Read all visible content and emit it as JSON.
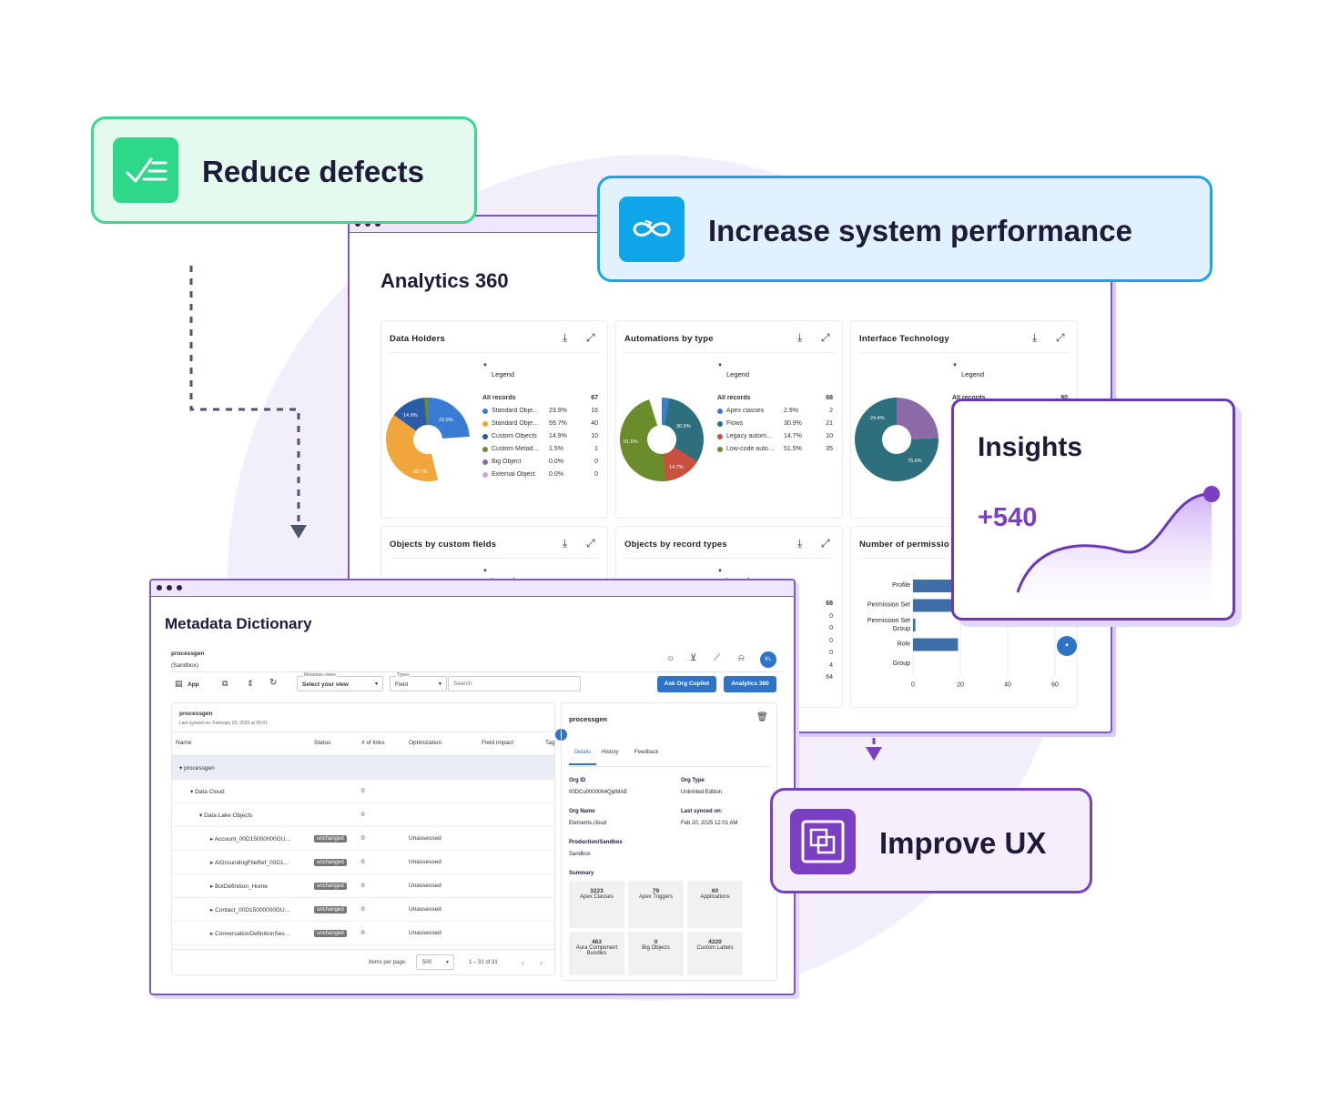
{
  "callouts": {
    "reduce": {
      "label": "Reduce defects",
      "icon": "checklist-icon",
      "color": "#2ed88a"
    },
    "perf": {
      "label": "Increase system performance",
      "icon": "infinity-loop-icon",
      "color": "#0ea5e9"
    },
    "ux": {
      "label": "Improve UX",
      "icon": "overlapping-squares-icon",
      "color": "#7b3fc4"
    }
  },
  "insights": {
    "title": "Insights",
    "value": "+540"
  },
  "analytics": {
    "title": "Analytics 360",
    "legend_label": "Legend",
    "cards": [
      {
        "title": "Data Holders",
        "total_label": "All records",
        "total": "67",
        "rows": [
          {
            "name": "Standard Obje…",
            "pct": "23.9%",
            "count": "16",
            "color": "#3a7bd5"
          },
          {
            "name": "Standard Obje…",
            "pct": "59.7%",
            "count": "40",
            "color": "#f0a63a"
          },
          {
            "name": "Custom Objects",
            "pct": "14.9%",
            "count": "10",
            "color": "#2a5ca8"
          },
          {
            "name": "Custom Metad…",
            "pct": "1.5%",
            "count": "1",
            "color": "#6a8c2a"
          },
          {
            "name": "Big Object",
            "pct": "0.0%",
            "count": "0",
            "color": "#8c6aa8"
          },
          {
            "name": "External Object",
            "pct": "0.0%",
            "count": "0",
            "color": "#c9a6e8"
          }
        ],
        "pie_labels": [
          "14.9%",
          "23.9%",
          "59.7%"
        ]
      },
      {
        "title": "Automations by type",
        "total_label": "All records",
        "total": "68",
        "rows": [
          {
            "name": "Apex classes",
            "pct": "2.9%",
            "count": "2",
            "color": "#3a7bd5"
          },
          {
            "name": "Flows",
            "pct": "30.9%",
            "count": "21",
            "color": "#2e6f7e"
          },
          {
            "name": "Legacy autom…",
            "pct": "14.7%",
            "count": "10",
            "color": "#c9503e"
          },
          {
            "name": "Low-code auto…",
            "pct": "51.5%",
            "count": "35",
            "color": "#6a8c2a"
          }
        ],
        "pie_labels": [
          "30.9%",
          "51.5%",
          "14.7%"
        ]
      },
      {
        "title": "Interface Technology",
        "total_label": "All records",
        "total": "90",
        "pie_labels": [
          "24.4%",
          "75.6%"
        ]
      },
      {
        "title": "Objects by custom fields"
      },
      {
        "title": "Objects by record types",
        "counts": [
          "68",
          "0",
          "0",
          "0",
          "0",
          "4",
          "64"
        ]
      },
      {
        "title": "Number of permissio",
        "bars": [
          {
            "label": "Profile",
            "value": 18
          },
          {
            "label": "Permission Set",
            "value": 18
          },
          {
            "label": "Permission Set Group",
            "value": 1
          },
          {
            "label": "Role",
            "value": 19
          },
          {
            "label": "Group",
            "value": 0
          }
        ],
        "ticks": [
          "0",
          "20",
          "40",
          "60"
        ]
      }
    ]
  },
  "meta": {
    "title": "Metadata Dictionary",
    "org": "processgen",
    "org_sub": "(Sandbox)",
    "avatar": "KL",
    "toolbar": {
      "app": "App",
      "views_caption": "Metadata views",
      "views_value": "Select your view",
      "types_caption": "Types",
      "types_value": "Field",
      "search_placeholder": "Search",
      "copilot": "Ask Org Copilot",
      "analytics": "Analytics 360"
    },
    "tree": {
      "title": "processgen",
      "synced": "Last synced on: February 20, 2025 at 00:01",
      "columns": [
        "Name",
        "Status",
        "# of links",
        "Optimization",
        "Field impact",
        "Tag"
      ],
      "rows": [
        {
          "name": "processgen",
          "status": "",
          "links": "",
          "opt": ""
        },
        {
          "name": "Data Cloud",
          "status": "",
          "links": "0",
          "opt": ""
        },
        {
          "name": "Data Lake Objects",
          "status": "",
          "links": "0",
          "opt": ""
        },
        {
          "name": "Account_00D15000000GU…",
          "status": "unchanged",
          "links": "0",
          "opt": "Unassessed"
        },
        {
          "name": "AiGroundingFileRef_00D1…",
          "status": "unchanged",
          "links": "0",
          "opt": "Unassessed"
        },
        {
          "name": "BotDefinition_Home",
          "status": "unchanged",
          "links": "0",
          "opt": "Unassessed"
        },
        {
          "name": "Contact_00D15000000GU…",
          "status": "unchanged",
          "links": "0",
          "opt": "Unassessed"
        },
        {
          "name": "ConversationDefinitionSes…",
          "status": "unchanged",
          "links": "0",
          "opt": "Unassessed"
        }
      ],
      "items_per_page_label": "Items per page:",
      "items_per_page": "500",
      "range": "1 – 31 of 31"
    },
    "details": {
      "title": "processgen",
      "tabs": [
        "Details",
        "History",
        "Feedback"
      ],
      "org_id_label": "Org ID",
      "org_id": "00DCu0000064QjdMAE",
      "org_type_label": "Org Type",
      "org_type": "Unlimited Edition",
      "org_name_label": "Org Name",
      "org_name": "Elements.cloud",
      "last_synced_label": "Last synced on:",
      "last_synced": "Feb 20, 2025 12:01 AM",
      "prod_label": "Production/Sandbox",
      "prod": "Sandbox",
      "summary_label": "Summary",
      "summary": [
        {
          "value": "3223",
          "label": "Apex Classes"
        },
        {
          "value": "79",
          "label": "Apex Triggers"
        },
        {
          "value": "60",
          "label": "Applications"
        },
        {
          "value": "463",
          "label": "Aura Component Bundles"
        },
        {
          "value": "0",
          "label": "Big Objects"
        },
        {
          "value": "4220",
          "label": "Custom Labels"
        }
      ]
    }
  }
}
